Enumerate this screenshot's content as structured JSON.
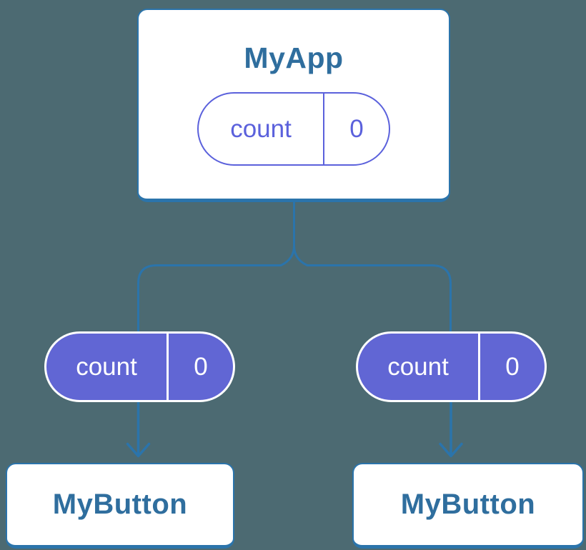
{
  "colors": {
    "background": "#4C6A72",
    "line": "#2B74AB",
    "card_bg": "#FFFFFF",
    "card_border": "#2B74AB",
    "title_text": "#2F6E9E",
    "pill_outline": "#5B61DC",
    "pill_fill": "#6166D4",
    "pill_fill_text": "#FFFFFF"
  },
  "diagram": {
    "type": "component-tree",
    "root": {
      "title": "MyApp",
      "state": {
        "name": "count",
        "value": "0"
      }
    },
    "children": [
      {
        "title": "MyButton",
        "prop": {
          "name": "count",
          "value": "0"
        }
      },
      {
        "title": "MyButton",
        "prop": {
          "name": "count",
          "value": "0"
        }
      }
    ]
  }
}
